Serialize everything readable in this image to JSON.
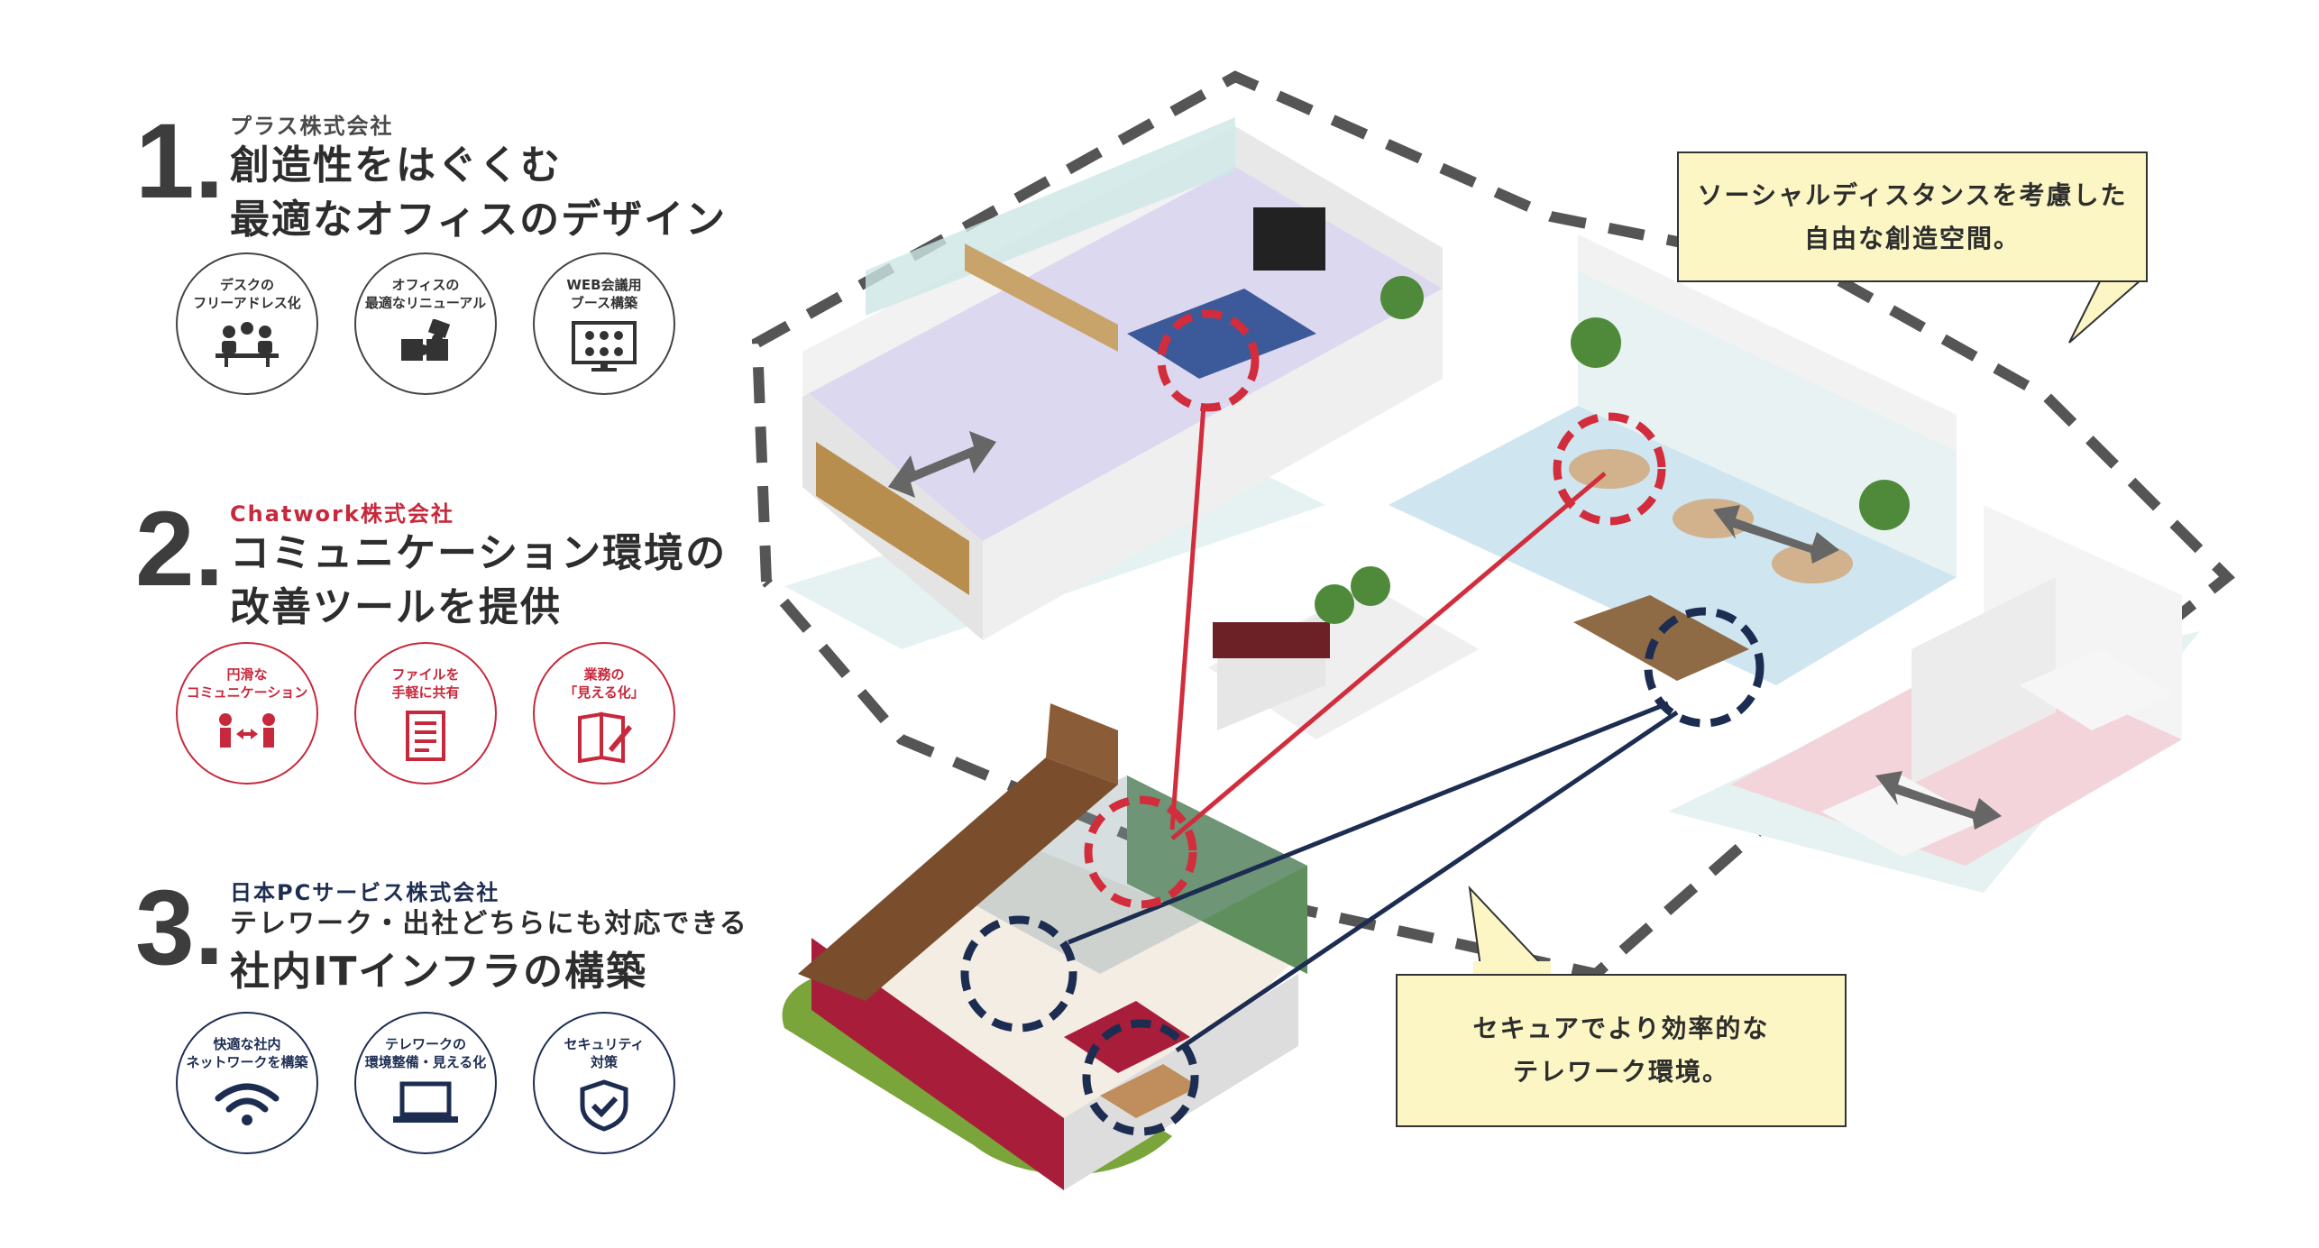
{
  "sections": [
    {
      "num": "1.",
      "company": "プラス株式会社",
      "title1": "創造性をはぐくむ",
      "title2": "最適なオフィスのデザイン",
      "color": "#4a4a4a",
      "circles": [
        {
          "label": "デスクの\nフリーアドレス化",
          "icon": "free-address-desk-icon"
        },
        {
          "label": "オフィスの\n最適なリニューアル",
          "icon": "puzzle-icon"
        },
        {
          "label": "WEB会議用\nブース構築",
          "icon": "web-meeting-icon"
        }
      ]
    },
    {
      "num": "2.",
      "company": "Chatwork株式会社",
      "title1": "コミュニケーション環境の",
      "title2": "改善ツールを提供",
      "color": "#c8283b",
      "circles": [
        {
          "label": "円滑な\nコミュニケーション",
          "icon": "communication-icon"
        },
        {
          "label": "ファイルを\n手軽に共有",
          "icon": "file-share-icon"
        },
        {
          "label": "業務の\n「見える化」",
          "icon": "visualization-icon"
        }
      ]
    },
    {
      "num": "3.",
      "company": "日本PCサービス株式会社",
      "title1": "テレワーク・出社どちらにも対応できる",
      "title2": "社内ITインフラの構築",
      "color": "#1d2d52",
      "circles": [
        {
          "label": "快適な社内\nネットワークを構築",
          "icon": "wifi-icon"
        },
        {
          "label": "テレワークの\n環境整備・見える化",
          "icon": "laptop-icon"
        },
        {
          "label": "セキュリティ\n対策",
          "icon": "security-shield-icon"
        }
      ]
    }
  ],
  "bubbles": {
    "office": "ソーシャルディスタンスを考慮した\n自由な創造空間。",
    "telework": "セキュアでより効率的な\nテレワーク環境。"
  },
  "colors": {
    "meeting_floor": "#d7d3ee",
    "lounge_floor": "#cfe5f0",
    "reception_floor": "#f2d4da",
    "red_link": "#d22d3c",
    "navy_link": "#1d2d52",
    "bubble_fill": "#fbf6c4"
  }
}
